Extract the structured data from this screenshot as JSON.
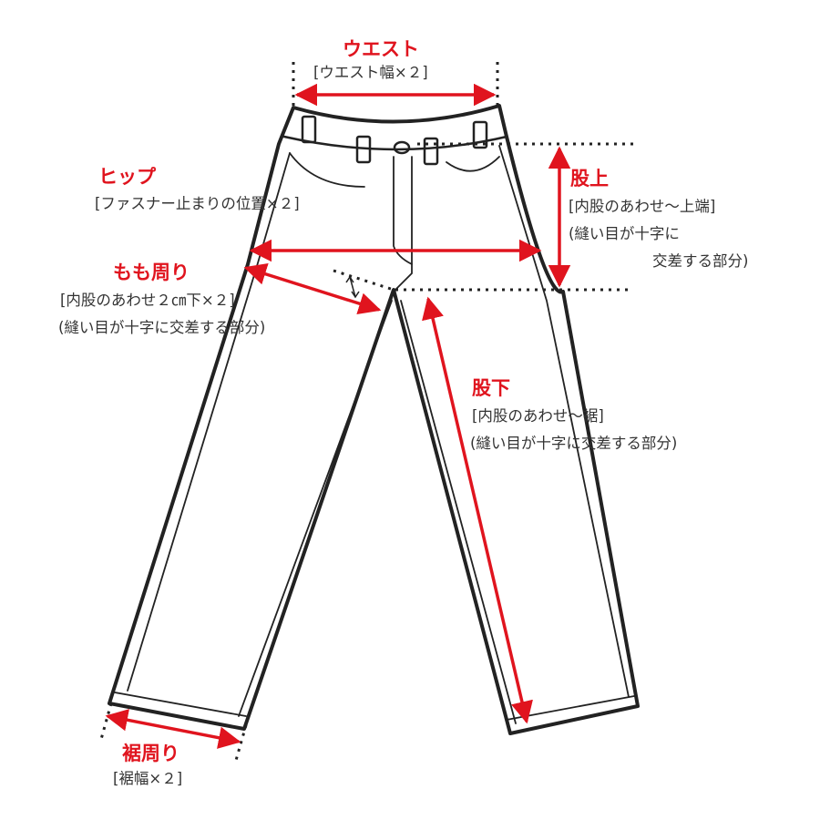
{
  "colors": {
    "accent": "#e0141e",
    "outline": "#222222",
    "text": "#333333",
    "background": "#ffffff"
  },
  "labels": {
    "waist": {
      "title": "ウエスト",
      "note": "[ウエスト幅×２]"
    },
    "hip": {
      "title": "ヒップ",
      "note": "[ファスナー止まりの位置×２]"
    },
    "thigh": {
      "title": "もも周り",
      "note1": "[内股のあわせ２㎝下×２]",
      "note2": "(縫い目が十字に交差する部分)"
    },
    "rise": {
      "title": "股上",
      "note1": "[内股のあわせ～上端]",
      "note2": "(縫い目が十字に",
      "note3": "交差する部分)"
    },
    "inseam": {
      "title": "股下",
      "note1": "[内股のあわせ～裾]",
      "note2": "(縫い目が十字に交差する部分)"
    },
    "hem": {
      "title": "裾周り",
      "note": "[裾幅×２]"
    }
  }
}
